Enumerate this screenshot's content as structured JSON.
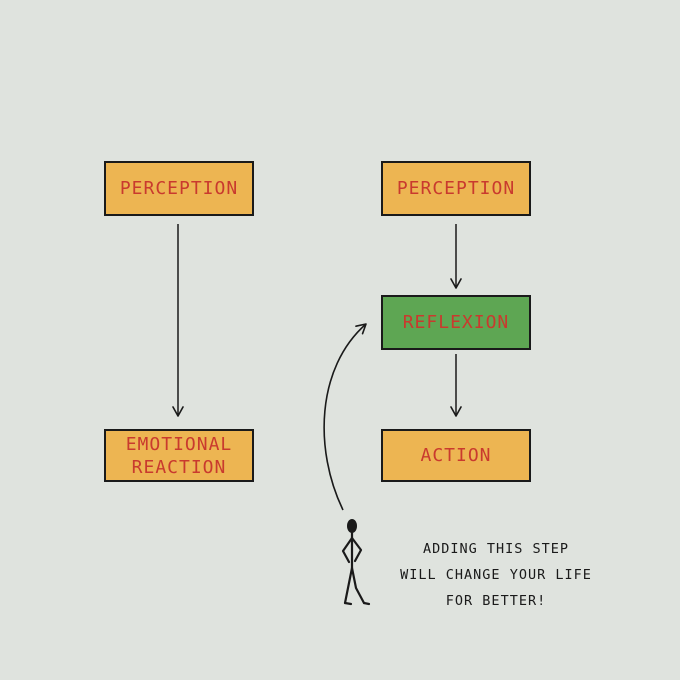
{
  "colors": {
    "background": "#dfe3de",
    "box_yellow": "#edb552",
    "box_green": "#5ea653",
    "label_text": "#c93a2e",
    "stroke": "#1a1a1a"
  },
  "left_flow": {
    "perception": "PERCEPTION",
    "emotional_reaction": "EMOTIONAL REACTION"
  },
  "right_flow": {
    "perception": "PERCEPTION",
    "reflexion": "REFLEXION",
    "action": "ACTION"
  },
  "caption": {
    "line1": "ADDING THIS STEP",
    "line2": "WILL CHANGE YOUR LIFE",
    "line3": "FOR BETTER!"
  },
  "icons": {
    "figure": "stick-figure-icon"
  }
}
